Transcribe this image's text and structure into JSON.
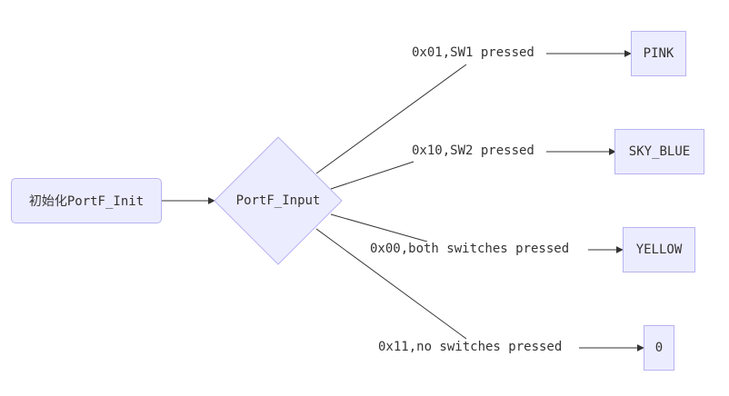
{
  "start": "初始化PortF_Init",
  "decision": "PortF_Input",
  "branches": [
    {
      "condition": "0x01,SW1 pressed",
      "result": "PINK"
    },
    {
      "condition": "0x10,SW2 pressed",
      "result": "SKY_BLUE"
    },
    {
      "condition": "0x00,both switches pressed",
      "result": "YELLOW"
    },
    {
      "condition": "0x11,no switches pressed",
      "result": "0"
    }
  ]
}
